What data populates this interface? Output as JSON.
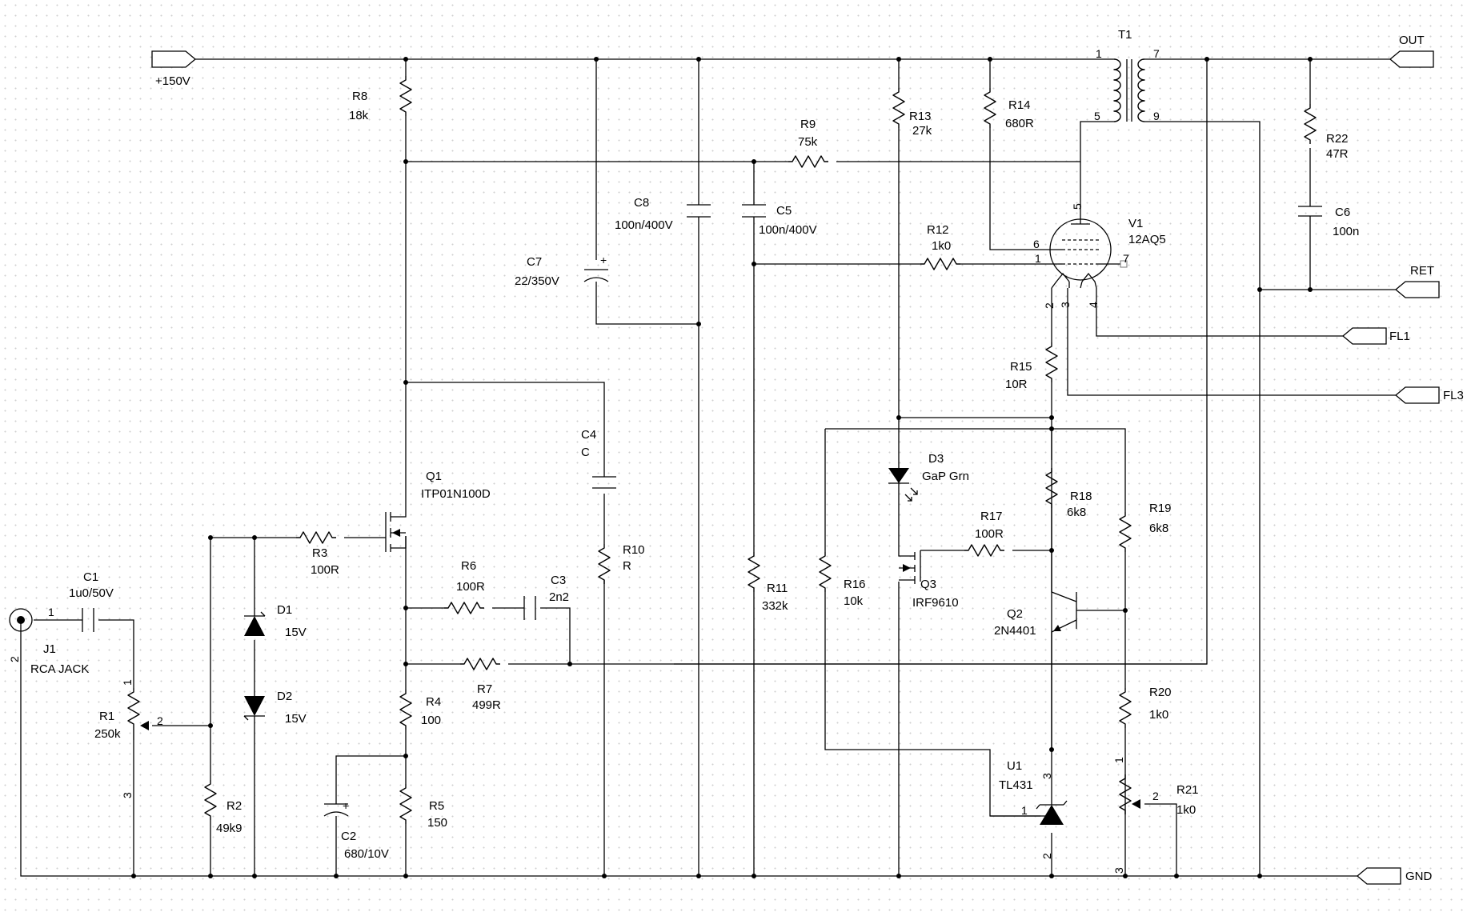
{
  "ports": {
    "p150": "+150V",
    "out": "OUT",
    "ret": "RET",
    "fl1": "FL1",
    "fl3": "FL3",
    "gnd": "GND"
  },
  "components": {
    "R8": {
      "ref": "R8",
      "val": "18k"
    },
    "R9": {
      "ref": "R9",
      "val": "75k"
    },
    "R13": {
      "ref": "R13",
      "val": "27k"
    },
    "R14": {
      "ref": "R14",
      "val": "680R"
    },
    "T1": {
      "ref": "T1"
    },
    "R22": {
      "ref": "R22",
      "val": "47R"
    },
    "C6": {
      "ref": "C6",
      "val": "100n"
    },
    "C8": {
      "ref": "C8",
      "val": "100n/400V"
    },
    "C5": {
      "ref": "C5",
      "val": "100n/400V"
    },
    "C7": {
      "ref": "C7",
      "val": "22/350V"
    },
    "R12": {
      "ref": "R12",
      "val": "1k0"
    },
    "V1": {
      "ref": "V1",
      "val": "12AQ5"
    },
    "R15": {
      "ref": "R15",
      "val": "10R"
    },
    "C4": {
      "ref": "C4",
      "val": "C"
    },
    "Q1": {
      "ref": "Q1",
      "val": "ITP01N100D"
    },
    "D3": {
      "ref": "D3",
      "val": "GaP Grn"
    },
    "R18": {
      "ref": "R18",
      "val": "6k8"
    },
    "R19": {
      "ref": "R19",
      "val": "6k8"
    },
    "R17": {
      "ref": "R17",
      "val": "100R"
    },
    "R10": {
      "ref": "R10",
      "val": "R"
    },
    "C1": {
      "ref": "C1",
      "val": "1u0/50V"
    },
    "R3": {
      "ref": "R3",
      "val": "100R"
    },
    "D1": {
      "ref": "D1",
      "val": "15V"
    },
    "R6": {
      "ref": "R6",
      "val": "100R"
    },
    "C3": {
      "ref": "C3",
      "val": "2n2"
    },
    "R11": {
      "ref": "R11",
      "val": "332k"
    },
    "R16": {
      "ref": "R16",
      "val": "10k"
    },
    "Q3": {
      "ref": "Q3",
      "val": "IRF9610"
    },
    "Q2": {
      "ref": "Q2",
      "val": "2N4401"
    },
    "J1": {
      "ref": "J1",
      "val": "RCA JACK"
    },
    "R1": {
      "ref": "R1",
      "val": "250k"
    },
    "R7": {
      "ref": "R7",
      "val": "499R"
    },
    "D2": {
      "ref": "D2",
      "val": "15V"
    },
    "R4": {
      "ref": "R4",
      "val": "100"
    },
    "R20": {
      "ref": "R20",
      "val": "1k0"
    },
    "U1": {
      "ref": "U1",
      "val": "TL431"
    },
    "R2": {
      "ref": "R2",
      "val": "49k9"
    },
    "R5": {
      "ref": "R5",
      "val": "150"
    },
    "C2": {
      "ref": "C2",
      "val": "680/10V"
    },
    "R21": {
      "ref": "R21",
      "val": "1k0"
    }
  },
  "pins": {
    "p1": "1",
    "p2": "2",
    "p3": "3",
    "p4": "4",
    "p5": "5",
    "p6": "6",
    "p7": "7",
    "p9": "9",
    "plus": "+"
  }
}
